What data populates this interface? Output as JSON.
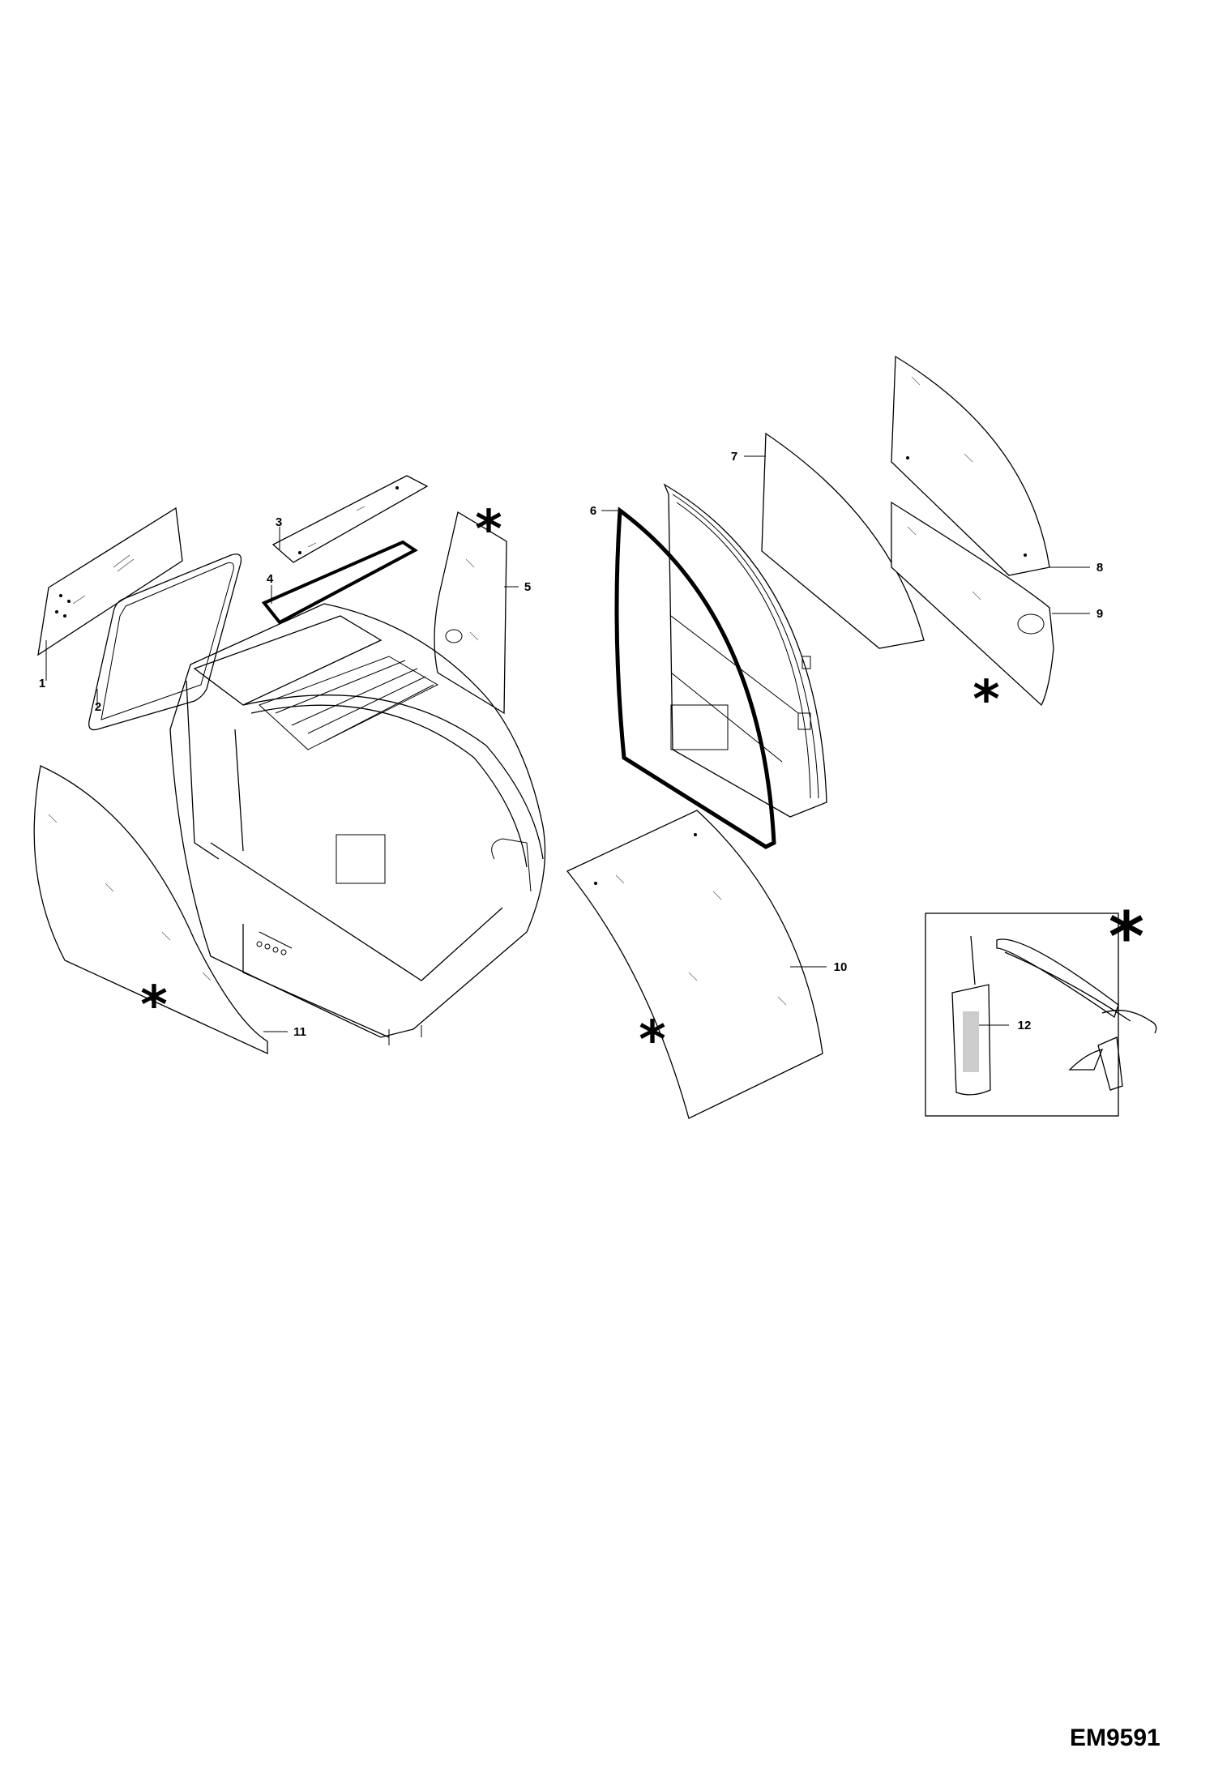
{
  "callouts": {
    "c1": "1",
    "c2": "2",
    "c3": "3",
    "c4": "4",
    "c5": "5",
    "c6": "6",
    "c7": "7",
    "c8": "8",
    "c9": "9",
    "c10": "10",
    "c11": "11",
    "c12": "12"
  },
  "asterisk": "*",
  "drawing_code": "EM9591"
}
